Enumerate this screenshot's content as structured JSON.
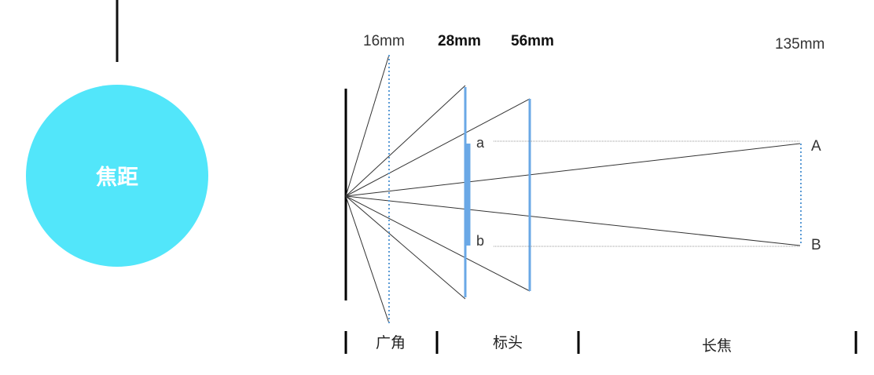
{
  "title": "焦距",
  "focal_lengths": {
    "wide": "16mm",
    "normal_a": "28mm",
    "normal_b": "56mm",
    "tele": "135mm"
  },
  "points": {
    "a": "a",
    "b": "b",
    "A": "A",
    "B": "B"
  },
  "ranges": {
    "wide": "广角",
    "standard": "标头",
    "telephoto": "长焦"
  },
  "colors": {
    "circle": "#52e6fa",
    "lens_line": "#6aa8e6",
    "dotted": "#5b9bd5",
    "ray": "#333333",
    "sensor": "#000000"
  }
}
